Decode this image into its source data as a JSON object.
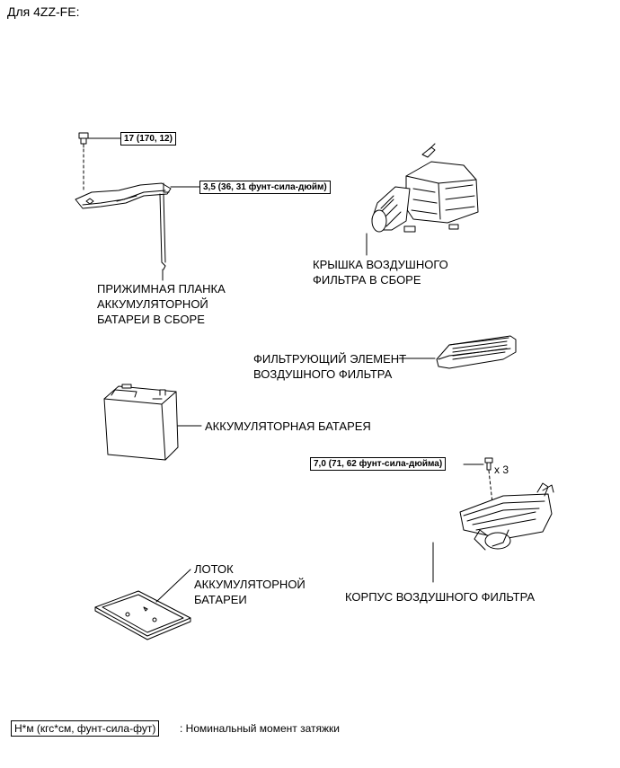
{
  "header": {
    "title": "Для 4ZZ-FE:"
  },
  "torque": {
    "bolt_top": "17 (170, 12)",
    "clamp_bracket": "3,5 (36, 31 фунт-сила-дюйм)",
    "air_filter_case": "7,0 (71, 62 фунт-сила-дюйма)",
    "quantity": "x 3"
  },
  "parts": {
    "battery_clamp": [
      "ПРИЖИМНАЯ ПЛАНКА",
      "АККУМУЛЯТОРНОЙ",
      "БАТАРЕИ В СБОРЕ"
    ],
    "air_cleaner_cap": [
      "КРЫШКА ВОЗДУШНОГО",
      "ФИЛЬТРА В СБОРЕ"
    ],
    "filter_element": [
      "ФИЛЬТРУЮЩИЙ ЭЛЕМЕНТ",
      "ВОЗДУШНОГО ФИЛЬТРА"
    ],
    "battery": "АККУМУЛЯТОРНАЯ БАТАРЕЯ",
    "battery_tray": [
      "ЛОТОК",
      "АККУМУЛЯТОРНОЙ",
      "БАТАРЕИ"
    ],
    "air_cleaner_case": "КОРПУС ВОЗДУШНОГО ФИЛЬТРА"
  },
  "legend": {
    "units": "Н*м (кгс*см, фунт-сила-фут)",
    "description": ": Номинальный момент затяжки"
  }
}
